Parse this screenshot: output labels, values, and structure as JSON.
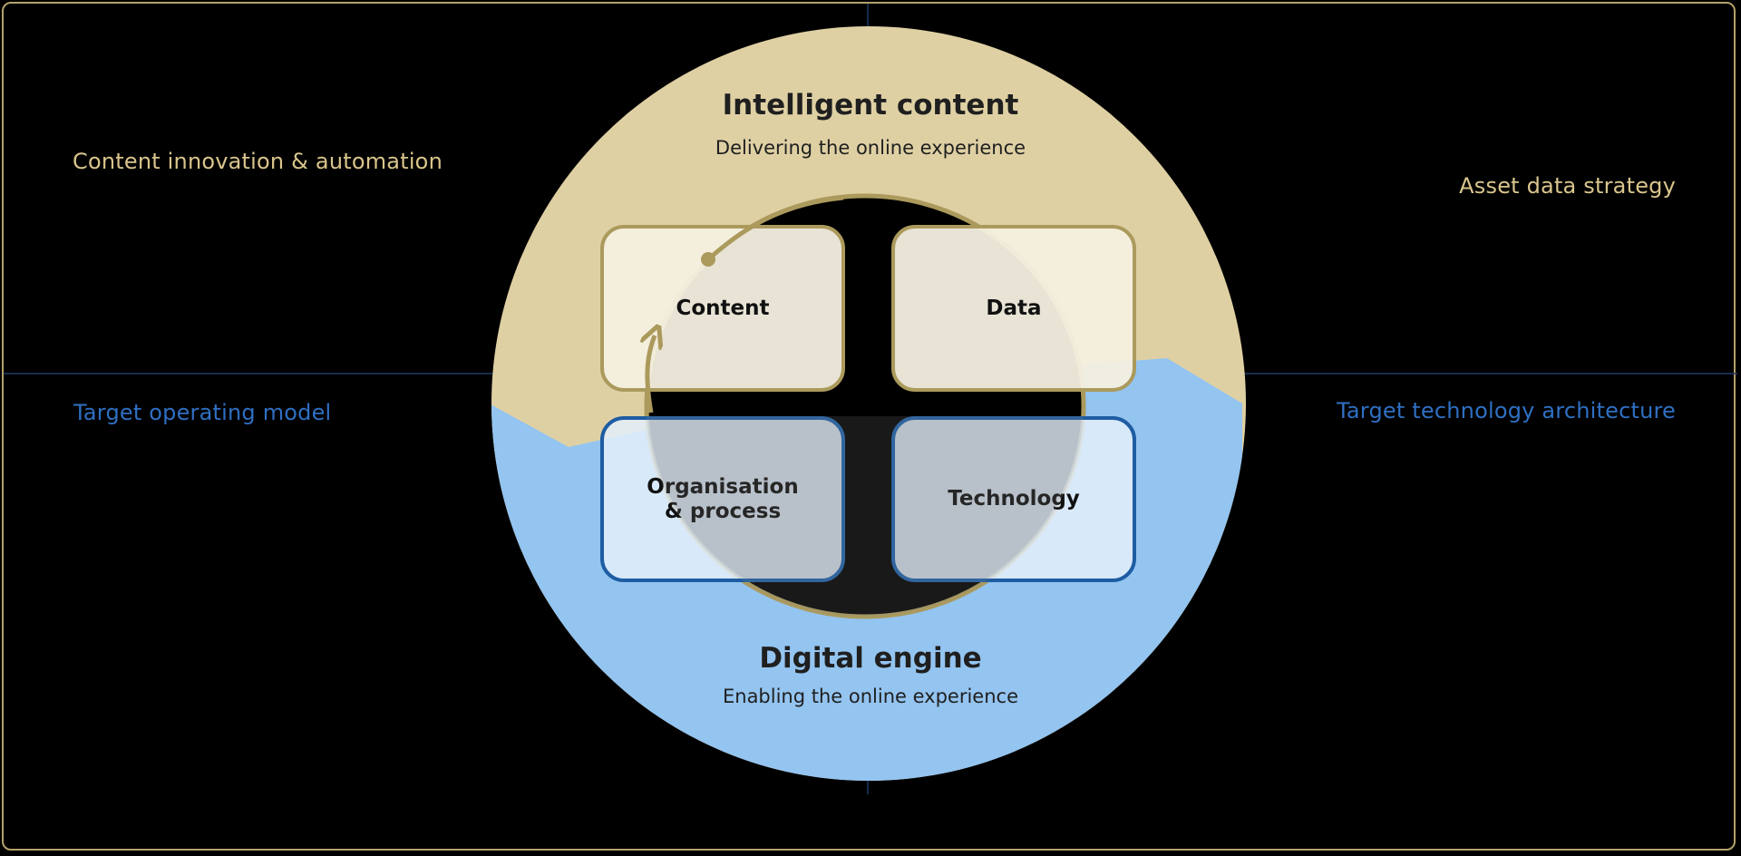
{
  "corners": {
    "top_left": "Content innovation & automation",
    "top_right": "Asset data strategy",
    "middle_left": "Target operating model",
    "middle_right": "Target technology architecture"
  },
  "top_section": {
    "title": "Intelligent content",
    "subtitle": "Delivering the online experience"
  },
  "bottom_section": {
    "title": "Digital engine",
    "subtitle": "Enabling the online experience"
  },
  "boxes": {
    "content": "Content",
    "data": "Data",
    "organisation": "Organisation & process",
    "technology": "Technology"
  },
  "colors": {
    "gold": "#dfd0a4",
    "gold_stroke": "#ab9a5c",
    "blue": "#94c4f0",
    "blue_stroke": "#1e5da3",
    "corner_gold": "#d9c58c",
    "corner_blue": "#2f6fc2",
    "background": "#000000"
  }
}
